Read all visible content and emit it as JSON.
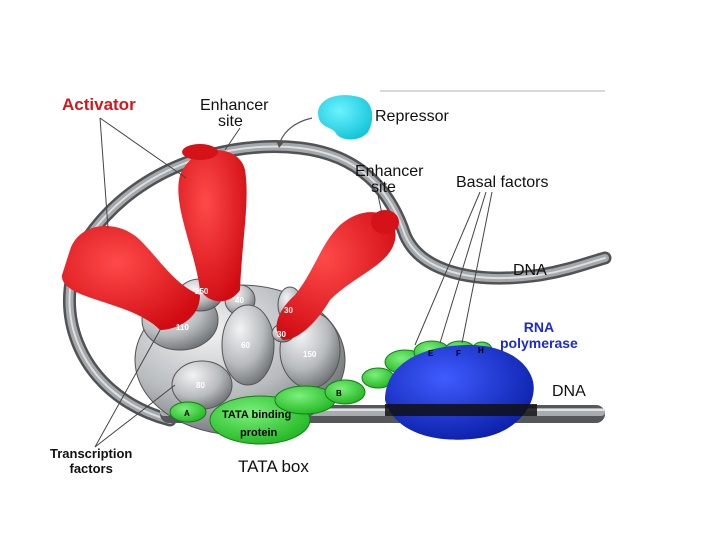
{
  "labels": {
    "activator": "Activator",
    "enhancer_site_1": [
      "Enhancer",
      "site"
    ],
    "repressor": "Repressor",
    "enhancer_site_2": [
      "Enhancer",
      "site"
    ],
    "basal_factors": "Basal factors",
    "dna_top": "DNA",
    "rna_polymerase": [
      "RNA",
      "polymerase"
    ],
    "dna_bottom": "DNA",
    "transcription_factors": [
      "Transcription",
      "factors"
    ],
    "tata_box": "TATA box",
    "tata_binding_protein": [
      "TATA binding",
      "protein"
    ]
  },
  "subunits": {
    "s250": "250",
    "s40": "40",
    "s30a": "30",
    "s30b": "30",
    "s110": "110",
    "s60": "60",
    "s150": "150",
    "s80": "80",
    "bA": "A",
    "bB": "B",
    "bE": "E",
    "bF": "F",
    "bH": "H"
  },
  "colors": {
    "activator": "#e8161b",
    "activator_label": "#d5171d",
    "repressor": "#22d3e6",
    "dna": "#8a8d90",
    "basal": "#2fd12f",
    "rna_polymerase": "#1330d6",
    "rna_polymerase_label": "#1a2bd1",
    "subunits": "#b9bcbf"
  }
}
